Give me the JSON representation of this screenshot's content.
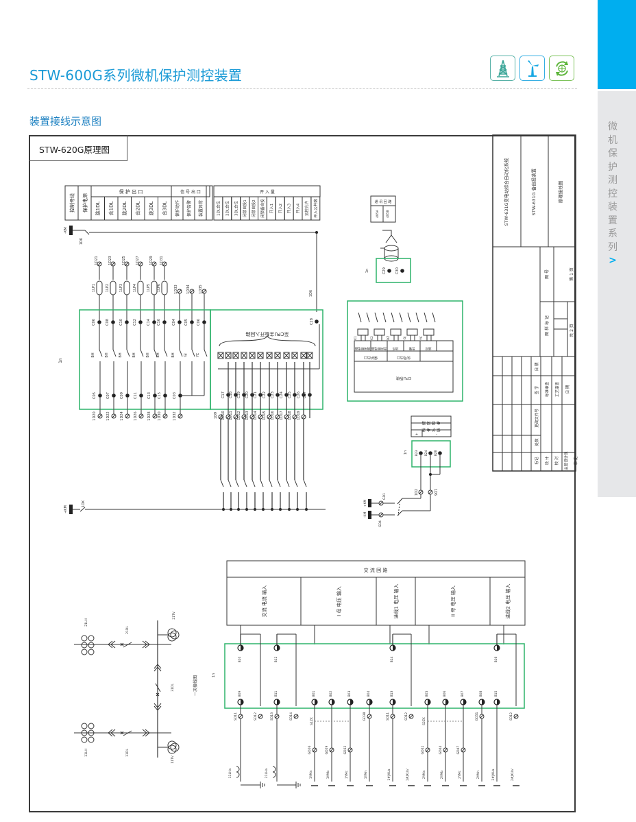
{
  "header": {
    "title": "STW-600G系列微机保护测控装置",
    "icons": [
      "oil-derrick-icon",
      "wind-turbine-icon",
      "recycle-globe-icon"
    ]
  },
  "section": {
    "title": "装置接线示意图"
  },
  "sidebar": {
    "chars": [
      "微",
      "机",
      "保",
      "护",
      "测",
      "控",
      "装",
      "置",
      "系",
      "列"
    ],
    "arrow": ">"
  },
  "diagram": {
    "label": "STW-620G原理图",
    "top_table": {
      "col_control_bus": "控制母线",
      "col_protect_power": "保护电源",
      "group_protect_out": "保 护 出 口",
      "protect_out": [
        "跳1DL",
        "合1DL",
        "跳2DL",
        "合2DL",
        "跳3DL",
        "合3DL"
      ],
      "group_signal_out": "信 号 出 口",
      "signal_out": [
        "保护动作",
        "保护告警",
        "装置异常"
      ],
      "group_switch_in": "开 入 量",
      "switch_in": [
        "1DL合位",
        "2DL合位",
        "3DL合位",
        "闭锁自投1",
        "闭锁自投2",
        "闭锁备自投",
        "开入1",
        "开入2",
        "开入3",
        "开入4",
        "远控允许",
        "开入公共端"
      ]
    },
    "comm_table": {
      "title": "通 讯 回 路",
      "cols": [
        "485A",
        "485B"
      ]
    },
    "power_table": {
      "title": "电 源 回 路",
      "sub": "保 护 电 源",
      "cols": [
        "+",
        "-"
      ]
    },
    "cpu_block": {
      "relays": [
        "K1",
        "K2",
        "DZ",
        "GJ",
        "YC"
      ],
      "row1": [
        "跳闸继电器",
        "合闸继电器",
        "动作",
        "告警",
        "遥控",
        ""
      ],
      "row2": [
        "保护出口",
        "信号出口"
      ],
      "row3": "CPU系统"
    },
    "optocoupler_label": "至CPU主板开入回路",
    "module_label": "1n",
    "ac_table": {
      "title": "交 流 回 路",
      "cols": [
        "交流 电流 输入",
        "I 母 电压 输入",
        "进线1 电压 输入",
        "II 母 电压 输入",
        "进线2 电压 输入"
      ]
    },
    "title_block": {
      "system": "STW-631G变电站综合自动化系统",
      "device": "STW-631G 备自投装置",
      "drawing": "原理接线图",
      "drawing_no": "图 号",
      "mark": "图 样 标 记",
      "page": "第 1 页",
      "total": "共 2 页",
      "rows": [
        "标记",
        "处数",
        "更改文件号",
        "签 字",
        "日 期"
      ],
      "roles": [
        "设 计",
        "校 对",
        "主管设计员",
        "审 定"
      ],
      "reviews": [
        "标准审查",
        "工艺审查",
        "日 期"
      ]
    },
    "one_line": {
      "title": "一次接线图",
      "labels": [
        "21LH",
        "21DL",
        "21TV",
        "31DL",
        "11LH",
        "11DL",
        "11TV"
      ]
    },
    "terminals": {
      "outputs_top": [
        "1D21",
        "1D23",
        "1D25",
        "1D27",
        "1D29",
        "1D31"
      ],
      "pressplates": [
        "1LP1",
        "1LP2",
        "1LP3",
        "1LP4",
        "1LP5",
        "1LP6"
      ],
      "signal_top": [
        "1D33",
        "1D34",
        "1D35"
      ],
      "c_top": [
        "C06",
        "C08",
        "C10",
        "C12",
        "C14",
        "C16",
        "C04",
        "C05",
        "C06"
      ],
      "c_bot": [
        "C05",
        "C07",
        "C09",
        "C11",
        "C13",
        "C15",
        "C03"
      ],
      "outputs_bot": [
        "1D20",
        "1D22",
        "1D24",
        "1D26",
        "1D28",
        "1D30",
        "1D32"
      ],
      "contacts": [
        "BH",
        "BH",
        "BH",
        "BH",
        "BH",
        "BH",
        "BH",
        "GJ",
        "YC"
      ],
      "di_c": [
        "C17",
        "C18",
        "C19",
        "C20",
        "C21",
        "C22",
        "C23",
        "C24",
        "C25",
        "C26",
        "C27"
      ],
      "di_d": [
        "1D9",
        "1D10",
        "1D11",
        "1D12",
        "1D13",
        "1D14",
        "1D15",
        "1D16",
        "1D17",
        "1D18",
        "1D19"
      ],
      "c28": "C28",
      "d6": "1D6",
      "km": "-KM",
      "km_plus": "+KM",
      "dk": "1DK",
      "comm": [
        "C29",
        "C30"
      ],
      "pwr": [
        "B23",
        "B24",
        "B28"
      ],
      "pwr_d": [
        "1D2",
        "1D6"
      ],
      "gd": [
        "GD1",
        "GD4"
      ],
      "kmp": "+KM",
      "kmm": "-KM",
      "ac_top": [
        "B10",
        "B12",
        "B14",
        "B16"
      ],
      "ac_bot": [
        "B09",
        "B11",
        "B01",
        "B02",
        "B03",
        "B04",
        "B13",
        "B05",
        "B06",
        "B07",
        "B08",
        "B15"
      ],
      "sd": [
        "SD11",
        "SD12",
        "SD13",
        "SD14",
        "GD38",
        "SD11",
        "SD12",
        "GD51",
        "SD12"
      ],
      "switches": [
        "S1ZK",
        "S2ZK"
      ],
      "gd_mid": [
        "GD26",
        "GD29",
        "GD32",
        "GD41",
        "GD44",
        "GD47"
      ],
      "ct": [
        "11LHa",
        "21LHa"
      ],
      "bottom": [
        "1YMa",
        "1YMb",
        "1YMc",
        "1YMn",
        "1#JXUa",
        "1#JXUa'",
        "2YMa",
        "2YMb",
        "2YMc",
        "2YMn",
        "2#JXUa",
        "2#JXUa'"
      ]
    }
  },
  "colors": {
    "accent": "#1a9ad6",
    "green": "#2db36a",
    "sidebar": "#e6e7e9",
    "sidebar_top": "#00aeef"
  }
}
